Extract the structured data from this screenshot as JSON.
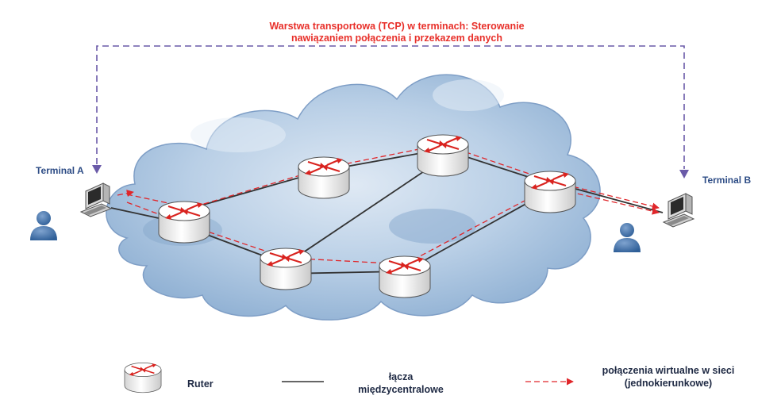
{
  "title": {
    "line1": "Warstwa transportowa (TCP) w terminach: Sterowanie",
    "line2": "nawiązaniem połączenia i przekazem danych"
  },
  "terminals": {
    "a_label": "Terminal A",
    "b_label": "Terminal B"
  },
  "legend": {
    "router_label": "Ruter",
    "link_label_line1": "łącza",
    "link_label_line2": "międzycentralowe",
    "virtual_label_line1": "połączenia wirtualne w sieci",
    "virtual_label_line2": "(jednokierunkowe)"
  },
  "colors": {
    "title": "#e8302a",
    "terminal_label": "#2e4d86",
    "transport_arrow": "#6a5aa8",
    "virtual_connection": "#e0262a",
    "physical_link": "#333333",
    "router_arrow": "#d9231f"
  },
  "icons": [
    "cloud-icon",
    "router-icon",
    "computer-icon",
    "user-icon",
    "arrow-icon"
  ]
}
